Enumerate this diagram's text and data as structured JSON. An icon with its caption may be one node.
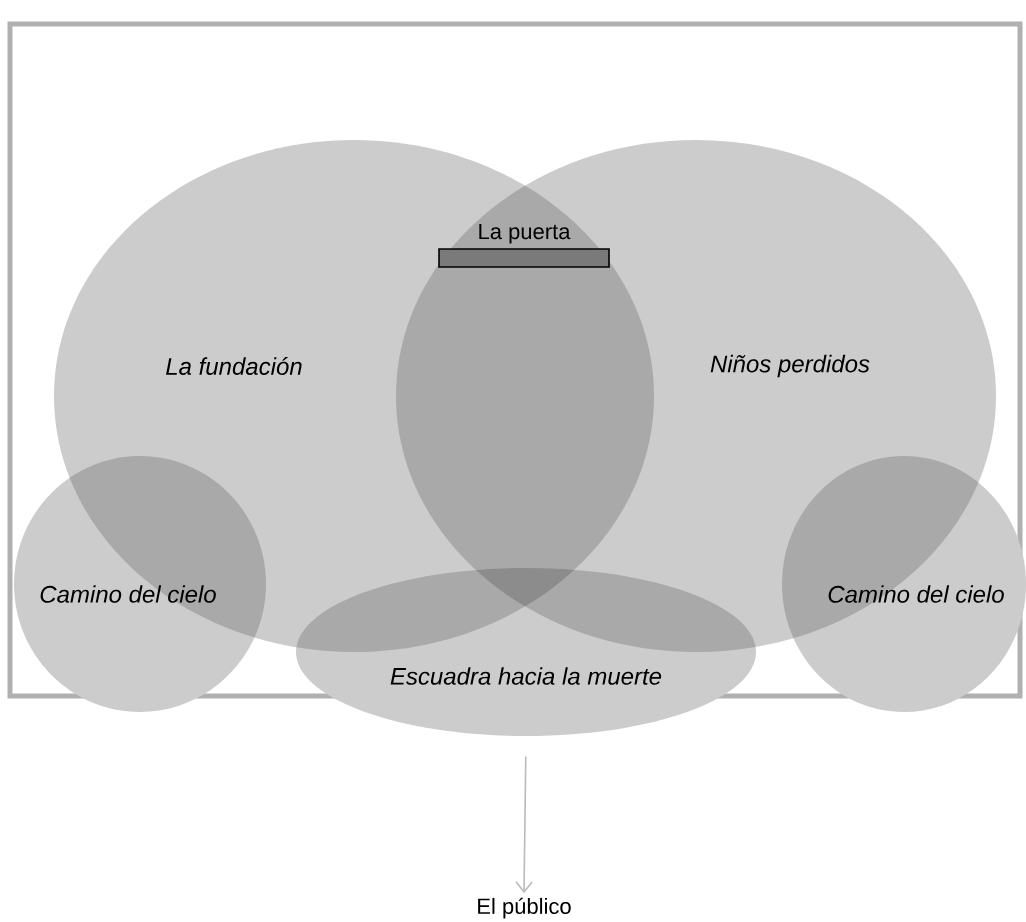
{
  "diagram": {
    "nodes": [
      {
        "text": [
          "La fundación"
        ]
      },
      {
        "text": [
          "Niños perdidos"
        ]
      },
      {
        "text": [
          "Camino del cielo"
        ]
      },
      {
        "text": [
          "Camino del cielo"
        ]
      },
      {
        "text": [
          "Escuadra hacia la muerte"
        ]
      },
      {
        "text": [
          "La puerta"
        ]
      },
      {
        "text": [
          "El público"
        ]
      }
    ],
    "edges": [
      {
        "from": 4,
        "to": 6,
        "arrow": "to"
      }
    ]
  }
}
